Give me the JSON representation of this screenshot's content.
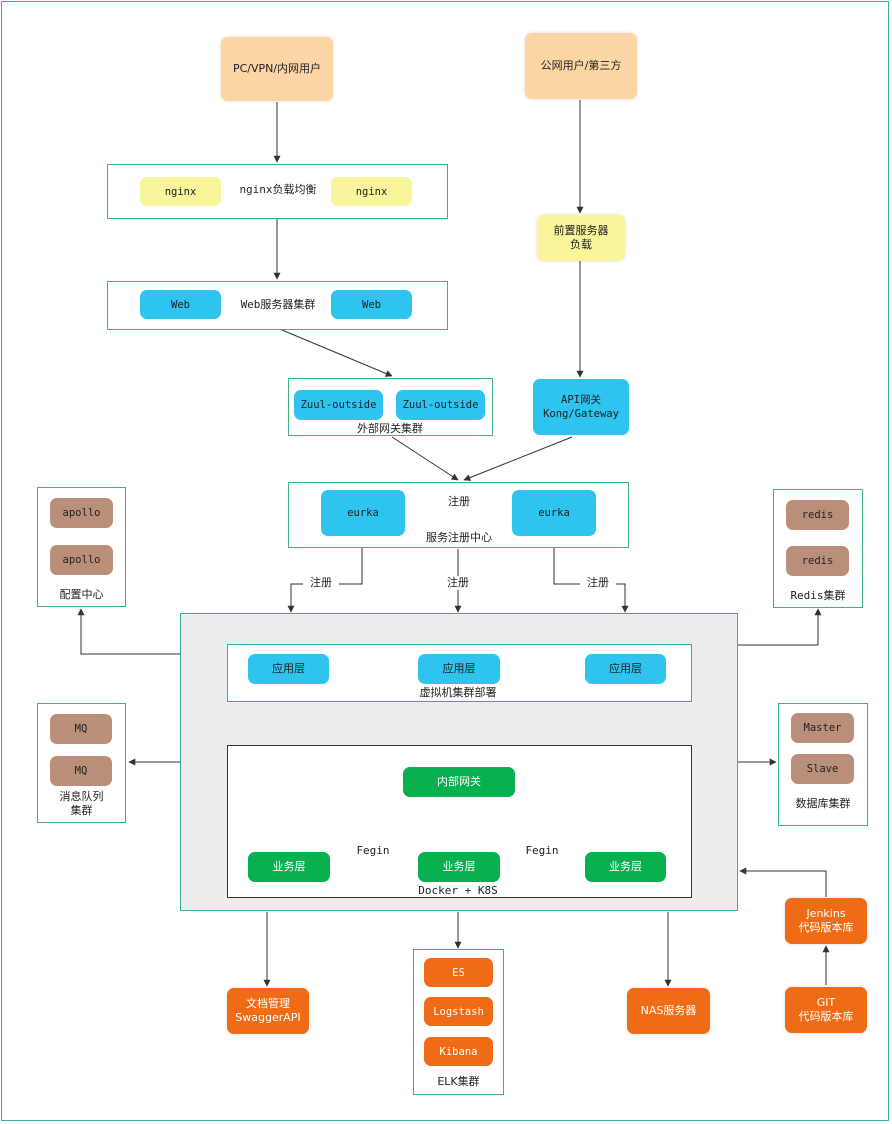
{
  "users": {
    "internal": "PC/VPN/内网用户",
    "public": "公网用户/第三方"
  },
  "nginx_group": {
    "left": "nginx",
    "label": "nginx负载均衡",
    "right": "nginx"
  },
  "web_group": {
    "left": "Web",
    "label": "Web服务器集群",
    "right": "Web"
  },
  "front_lb": "前置服务器\n负载",
  "zuul_group": {
    "left": "Zuul-outside",
    "right": "Zuul-outside",
    "label": "外部网关集群"
  },
  "api_gateway": "API网关\nKong/Gateway",
  "registry": {
    "left": "eurka",
    "right": "eurka",
    "arrow_label": "注册",
    "label": "服务注册中心"
  },
  "register_labels": [
    "注册",
    "注册",
    "注册"
  ],
  "config_center": {
    "items": [
      "apollo",
      "apollo"
    ],
    "label": "配置中心"
  },
  "redis_cluster": {
    "items": [
      "redis",
      "redis"
    ],
    "label": "Redis集群"
  },
  "mq_cluster": {
    "items": [
      "MQ",
      "MQ"
    ],
    "label": "消息队列\n集群"
  },
  "db_cluster": {
    "items": [
      "Master",
      "Slave"
    ],
    "label": "数据库集群"
  },
  "vm_group": {
    "items": [
      "应用层",
      "应用层",
      "应用层"
    ],
    "label": "虚拟机集群部署"
  },
  "docker_group": {
    "gateway": "内部网关",
    "services": [
      "业务层",
      "业务层",
      "业务层"
    ],
    "fegin": [
      "Fegin",
      "Fegin"
    ],
    "label": "Docker + K8S"
  },
  "swagger": "文档管理\nSwaggerAPI",
  "elk": {
    "items": [
      "ES",
      "Logstash",
      "Kibana"
    ],
    "label": "ELK集群"
  },
  "nas": "NAS服务器",
  "jenkins": "Jenkins\n代码版本库",
  "git": "GIT\n代码版本库"
}
